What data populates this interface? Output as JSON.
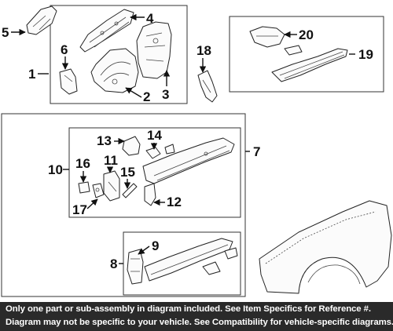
{
  "callouts": {
    "c1": "1",
    "c2": "2",
    "c3": "3",
    "c4": "4",
    "c5": "5",
    "c6": "6",
    "c7": "7",
    "c8": "8",
    "c9": "9",
    "c10": "10",
    "c11": "11",
    "c12": "12",
    "c13": "13",
    "c14": "14",
    "c15": "15",
    "c16": "16",
    "c17": "17",
    "c18": "18",
    "c19": "19",
    "c20": "20"
  },
  "banner": {
    "line1": "Only one part or sub-assembly in diagram included. See Item Specifics for Reference #.",
    "line2": "Diagram may not be specific to your vehicle. See Compatibility for vehicle-specific diagrams."
  },
  "colors": {
    "banner_bg": "#2a2a2a",
    "banner_text": "#ffffff",
    "line": "#222222"
  }
}
